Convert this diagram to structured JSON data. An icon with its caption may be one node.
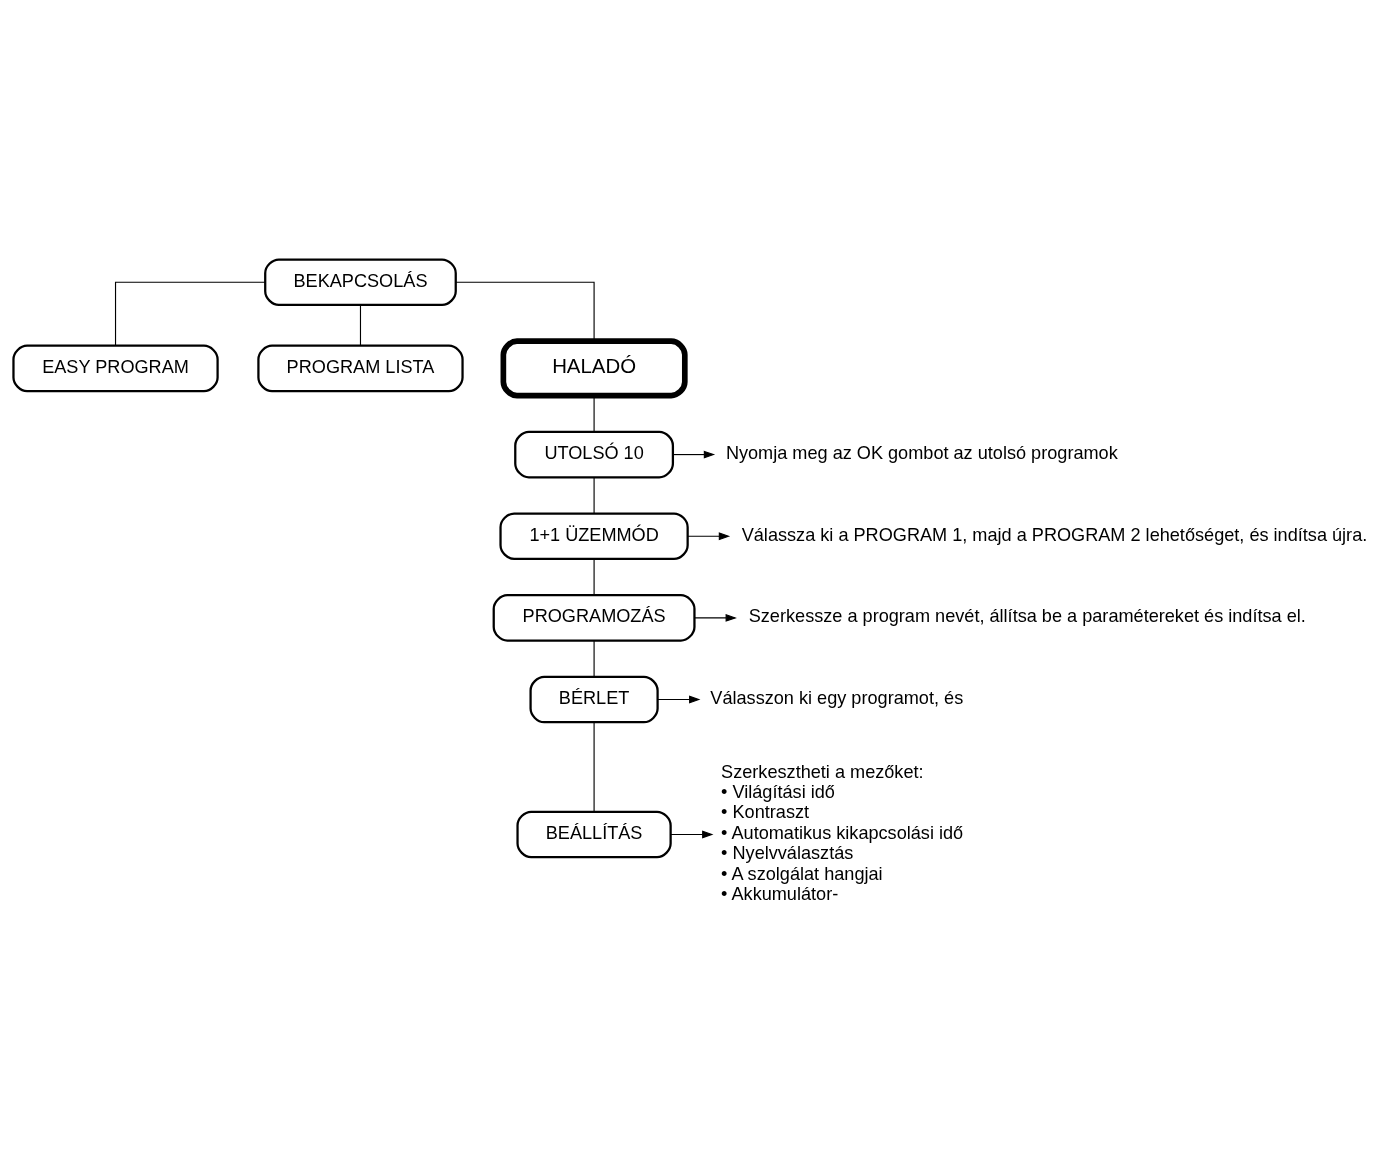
{
  "diagram": {
    "nodes": [
      {
        "text": [
          "BEKAPCSOLÁS"
        ]
      },
      {
        "text": [
          "EASY PROGRAM"
        ]
      },
      {
        "text": [
          "PROGRAM LISTA"
        ]
      },
      {
        "text": [
          "HALADÓ"
        ]
      },
      {
        "text": [
          "UTOLSÓ 10"
        ]
      },
      {
        "text": [
          "1+1 ÜZEMMÓD"
        ]
      },
      {
        "text": [
          "PROGRAMOZÁS"
        ]
      },
      {
        "text": [
          "BÉRLET"
        ]
      },
      {
        "text": [
          "BEÁLLÍTÁS"
        ]
      },
      {
        "text": [
          "Nyomja meg az OK gombot az utolsó programok"
        ]
      },
      {
        "text": [
          "Válassza ki a PROGRAM 1, majd a PROGRAM 2 lehetőséget, és indítsa újra."
        ]
      },
      {
        "text": [
          "Szerkessze a program nevét, állítsa be a paramétereket és indítsa el."
        ]
      },
      {
        "text": [
          "Válasszon ki egy programot, és"
        ]
      },
      {
        "text": [
          "Szerkesztheti a mezőket:",
          "• Világítási idő",
          "• Kontraszt",
          "• Automatikus kikapcsolási idő",
          "• Nyelvválasztás",
          "• A szolgálat hangjai",
          "• Akkumulátor-"
        ]
      }
    ],
    "edges": [
      {
        "from": 0,
        "to": 1,
        "arrow": "none"
      },
      {
        "from": 0,
        "to": 2,
        "arrow": "none"
      },
      {
        "from": 0,
        "to": 3,
        "arrow": "none"
      },
      {
        "from": 3,
        "to": 4,
        "arrow": "none"
      },
      {
        "from": 4,
        "to": 5,
        "arrow": "none"
      },
      {
        "from": 5,
        "to": 6,
        "arrow": "none"
      },
      {
        "from": 6,
        "to": 7,
        "arrow": "none"
      },
      {
        "from": 7,
        "to": 8,
        "arrow": "none"
      },
      {
        "from": 4,
        "to": 9,
        "arrow": "to"
      },
      {
        "from": 5,
        "to": 10,
        "arrow": "to"
      },
      {
        "from": 6,
        "to": 11,
        "arrow": "to"
      },
      {
        "from": 7,
        "to": 12,
        "arrow": "to"
      },
      {
        "from": 8,
        "to": 13,
        "arrow": "to"
      }
    ]
  }
}
